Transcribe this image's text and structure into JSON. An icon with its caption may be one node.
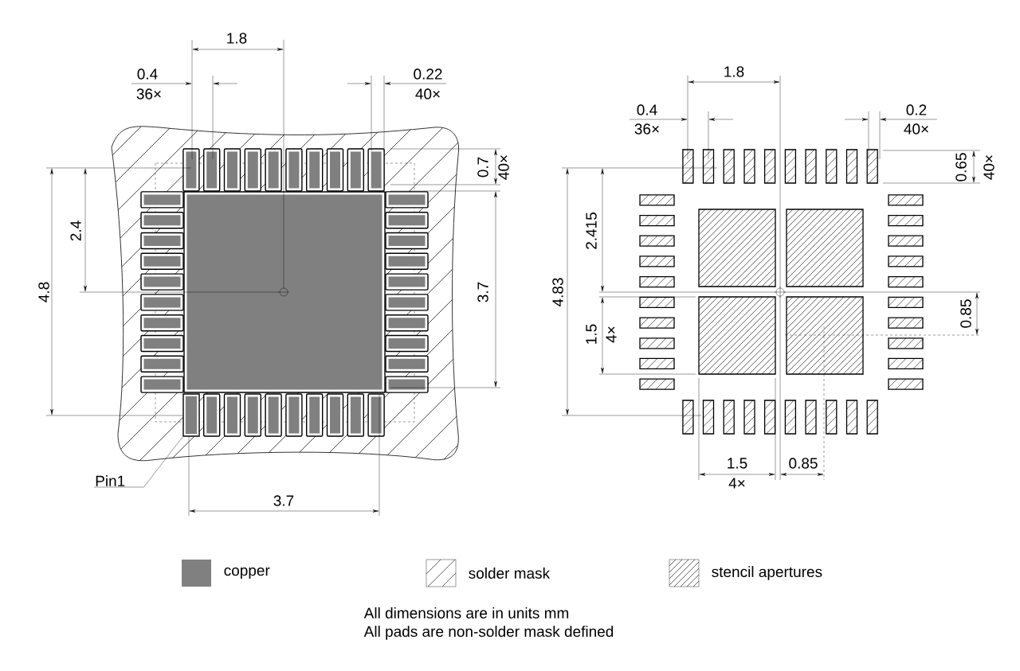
{
  "diagram": {
    "nodes": [
      {
        "text": [],
        "shape": "box"
      },
      {
        "text": [
          "Pin1"
        ]
      }
    ],
    "edges": [
      {
        "from": 1,
        "to": 0,
        "arrow": "none"
      }
    ],
    "labels": [
      "1.8",
      "0.4",
      "36×",
      "0.22",
      "40×",
      "0.7",
      "40×",
      "2.4",
      "4.8",
      "3.7",
      "3.7",
      "1.8",
      "0.4",
      "36×",
      "0.2",
      "40×",
      "0.65",
      "40×",
      "2.415",
      "4.83",
      "0.85",
      "1.5",
      "4×",
      "1.5",
      "4×",
      "0.85",
      "All dimensions are in units mm",
      "All pads are non-solder mask defined"
    ],
    "legend": [
      {
        "text": "copper",
        "color": "#808080"
      },
      {
        "text": "solder mask"
      },
      {
        "text": "stencil apertures"
      }
    ]
  }
}
